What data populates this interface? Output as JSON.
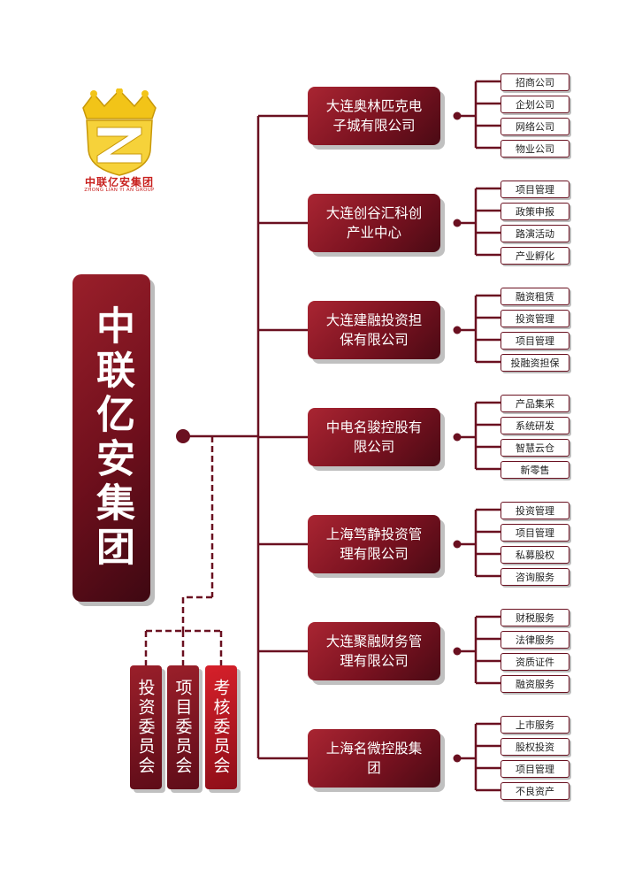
{
  "brand": {
    "name_cn": "中联亿安集团",
    "name_en": "ZHONG LIAN YI AN GROUP",
    "logo_icon": "crown-shield-logo"
  },
  "root": {
    "label": "中联亿安集团"
  },
  "committees": [
    {
      "label": "投资委员会"
    },
    {
      "label": "项目委员会"
    },
    {
      "label": "考核委员会"
    }
  ],
  "companies": [
    {
      "name": "大连奥林匹克电子城有限公司",
      "services": [
        "招商公司",
        "企划公司",
        "网络公司",
        "物业公司"
      ]
    },
    {
      "name": "大连创谷汇科创产业中心",
      "services": [
        "项目管理",
        "政策申报",
        "路演活动",
        "产业孵化"
      ]
    },
    {
      "name": "大连建融投资担保有限公司",
      "services": [
        "融资租赁",
        "投资管理",
        "项目管理",
        "投融资担保"
      ]
    },
    {
      "name": "中电名骏控股有限公司",
      "services": [
        "产品集采",
        "系统研发",
        "智慧云仓",
        "新零售"
      ]
    },
    {
      "name": "上海笃静投资管理有限公司",
      "services": [
        "投资管理",
        "项目管理",
        "私募股权",
        "咨询服务"
      ]
    },
    {
      "name": "大连聚融财务管理有限公司",
      "services": [
        "财税服务",
        "法律服务",
        "资质证件",
        "融资服务"
      ]
    },
    {
      "name": "上海名微控股集团",
      "services": [
        "上市服务",
        "股权投资",
        "项目管理",
        "不良资产"
      ]
    }
  ],
  "colors": {
    "line": "#6a1020",
    "box_dark": "#4a0a14",
    "box_mid": "#7a1220",
    "logo_gold": "#f2c418",
    "logo_red": "#c8201e"
  }
}
